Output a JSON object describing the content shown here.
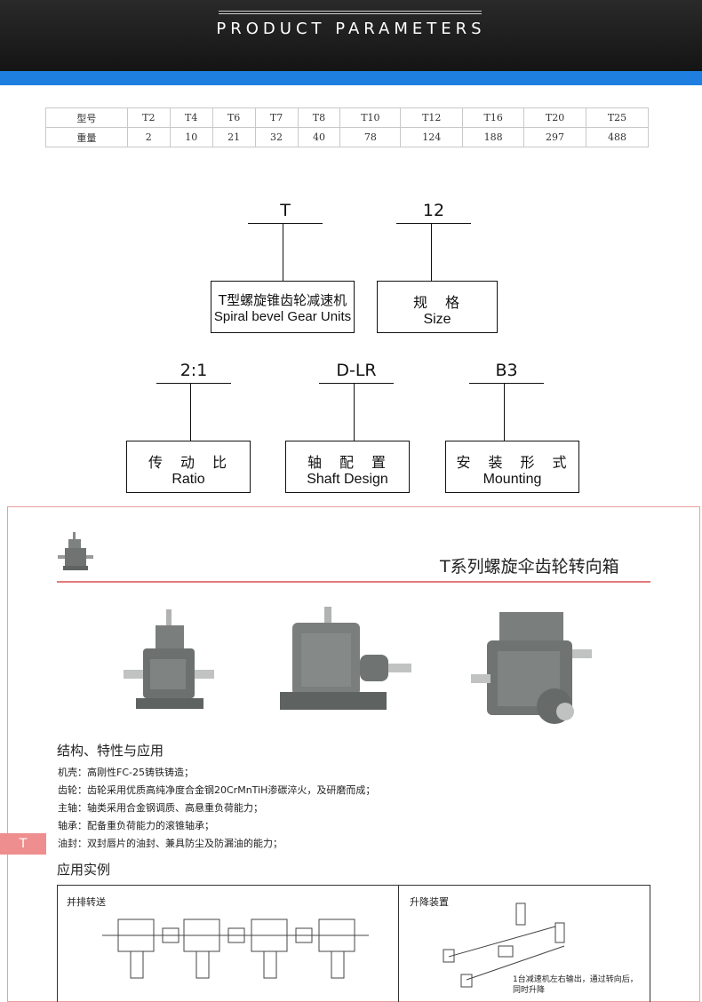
{
  "header": {
    "title": "PRODUCT PARAMETERS"
  },
  "weight_table": {
    "row1": [
      "型号",
      "T2",
      "T4",
      "T6",
      "T7",
      "T8",
      "T10",
      "T12",
      "T16",
      "T20",
      "T25"
    ],
    "row2": [
      "重量",
      "2",
      "10",
      "21",
      "32",
      "40",
      "78",
      "124",
      "188",
      "297",
      "488"
    ]
  },
  "designation": {
    "codes": {
      "series": "T",
      "size": "12",
      "ratio": "2:1",
      "shaft": "D-LR",
      "mounting": "B3"
    },
    "boxes": {
      "series_cn": "T型螺旋锥齿轮减速机",
      "series_en": "Spiral bevel Gear Units",
      "size_cn": "规　格",
      "size_en": "Size",
      "ratio_cn": "传　动　比",
      "ratio_en": "Ratio",
      "shaft_cn": "轴　配　置",
      "shaft_en": "Shaft Design",
      "mounting_cn": "安　装　形　式",
      "mounting_en": "Mounting"
    }
  },
  "catalog": {
    "title": "T系列螺旋伞齿轮转向箱",
    "section_title": "结构、特性与应用",
    "features": [
      "机壳：高刚性FC-25铸铁铸造；",
      "齿轮：齿轮采用优质高纯净度合金钢20CrMnTiH渗碳淬火，及研磨而成；",
      "主轴：轴类采用合金钢调质、高悬重负荷能力；",
      "轴承：配备重负荷能力的滚锥轴承；",
      "油封：双封唇片的油封、兼具防尘及防漏油的能力；"
    ],
    "side_tab": "T",
    "examples_title": "应用实例",
    "example_left": "并排转送",
    "example_right": "升降装置",
    "example_right_note1": "1台减速机左右输出，通过转向后，",
    "example_right_note2": "同时升降"
  },
  "colors": {
    "header_bg": "#1c1c1c",
    "accent_blue": "#1f7fe0",
    "accent_red": "#e27b7b",
    "gearbox_gray": "#7a7e7c"
  }
}
